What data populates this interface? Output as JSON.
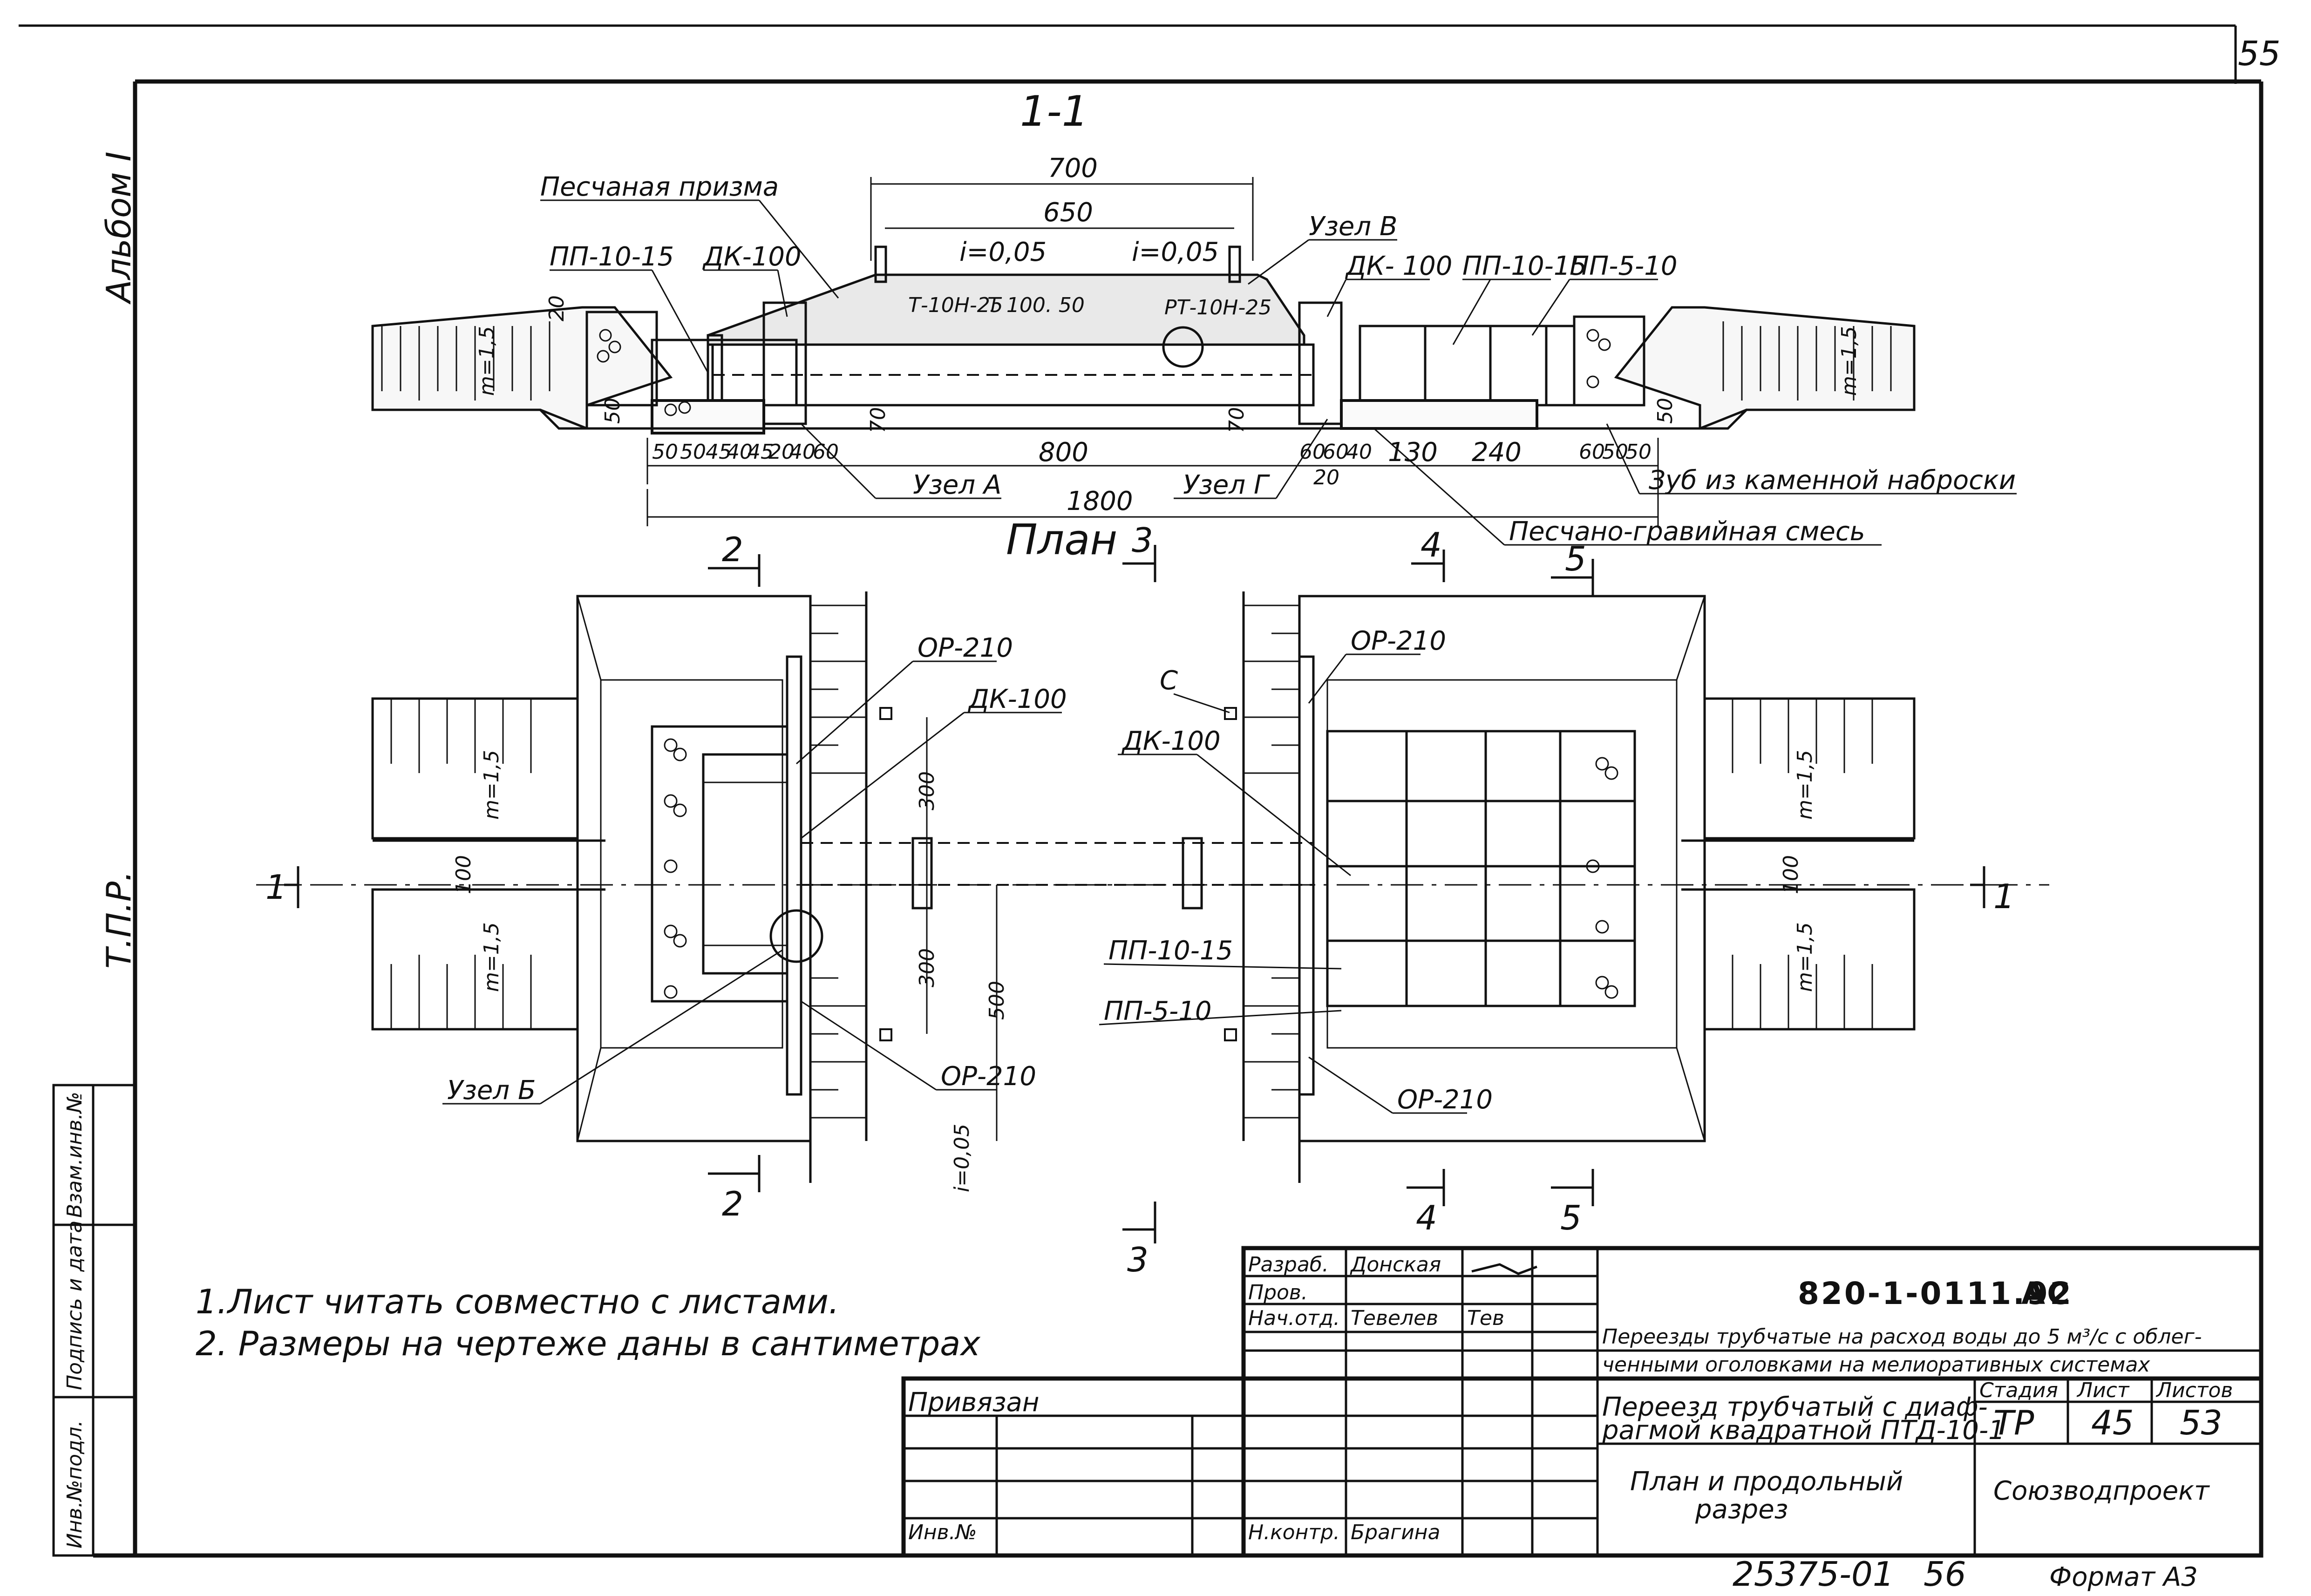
{
  "sheet": {
    "page_number": "55",
    "album_label": "Альбом I",
    "series_label": "Т.П.Р.",
    "format_label": "Формат А3",
    "inventory_number": "25375-01",
    "inventory_sheet": "56"
  },
  "section": {
    "title": "1-1",
    "labels": {
      "sand_prism": "Песчаная призма",
      "slab_left": "ПП-10-15",
      "ring_left": "ДК-100",
      "ring_right": "ДК- 100",
      "slab_right_1": "ПП-10-15",
      "slab_right_2": "ПП-5-10",
      "node_v": "Узел В",
      "node_a": "Узел А",
      "node_g": "Узел Г",
      "pipe_t1": "Т-10Н-25",
      "pipe_t2": "Т 100. 50",
      "pipe_r": "РТ-10Н-25",
      "slope_i1": "i=0,05",
      "slope_i2": "i=0,05",
      "slope_m_left": "m=1,5",
      "slope_m_right": "m=1,5",
      "stone_tooth": "Зуб из каменной наброски",
      "sand_gravel": "Песчано-гравийная смесь"
    },
    "dims": {
      "top_width": "700",
      "road_width": "650",
      "pipe_len": "800",
      "total": "1800",
      "h20": "20",
      "h50": "50",
      "h50r": "50",
      "h70a": "70",
      "h70b": "70",
      "h20b": "20",
      "left_chain": [
        "50",
        "50",
        "45",
        "40",
        "45",
        "20",
        "40",
        "60"
      ],
      "right_chain_a": [
        "60",
        "60",
        "40"
      ],
      "d130": "130",
      "d240": "240",
      "right_chain_b": [
        "60",
        "50",
        "50"
      ]
    }
  },
  "plan": {
    "title": "План",
    "cuts": {
      "c1l": "1",
      "c1r": "1",
      "c2t": "2",
      "c2b": "2",
      "c3t": "3",
      "c3b": "3",
      "c4t": "4",
      "c4b": "4",
      "c5t": "5",
      "c5b": "5"
    },
    "labels": {
      "or_tl": "ОР-210",
      "or_tr": "ОР-210",
      "or_bl": "ОР-210",
      "or_br": "ОР-210",
      "dk_l": "ДК-100",
      "dk_r": "ДК-100",
      "c": "С",
      "pp1": "ПП-10-15",
      "pp2": "ПП-5-10",
      "node_b": "Узел Б",
      "m_tl": "m=1,5",
      "m_bl": "m=1,5",
      "m_tr": "m=1,5",
      "m_br": "m=1,5",
      "slope": "i=0,05"
    },
    "dims": {
      "w100l": "100",
      "w100r": "100",
      "d300a": "300",
      "d300b": "300",
      "d500": "500"
    }
  },
  "notes": [
    "1.Лист читать совместно с листами.",
    "2. Размеры на чертеже даны в сантиметрах"
  ],
  "stamp": {
    "roles": [
      {
        "role": "Разраб.",
        "name": "Донская",
        "sign": ""
      },
      {
        "role": "Пров.",
        "name": "",
        "sign": ""
      },
      {
        "role": "Нач.отд.",
        "name": "Тевелев",
        "sign": "Тев"
      }
    ],
    "bound": "Привязан",
    "inv": "Инв.№",
    "norm": {
      "role": "Н.контр.",
      "name": "Брагина"
    },
    "code": "820-1-0111.92",
    "code_suffix": "АС",
    "project_line1": "Переезды трубчатые на расход воды до 5 м³/с с облег-",
    "project_line2": "ченными оголовками на мелиоративных системах",
    "object_line1": "Переезд трубчатый с диаф-",
    "object_line2": "рагмой квадратной ПТД-10-1",
    "sheet_line1": "План и продольный",
    "sheet_line2": "разрез",
    "stage_head": "Стадия",
    "sheet_head": "Лист",
    "sheets_head": "Листов",
    "stage": "ТР",
    "sheet_no": "45",
    "sheets_total": "53",
    "org": "Союзводпроект",
    "side_cols": [
      "Инв.№подл.",
      "Подпись и дата",
      "Взам.инв.№"
    ]
  }
}
